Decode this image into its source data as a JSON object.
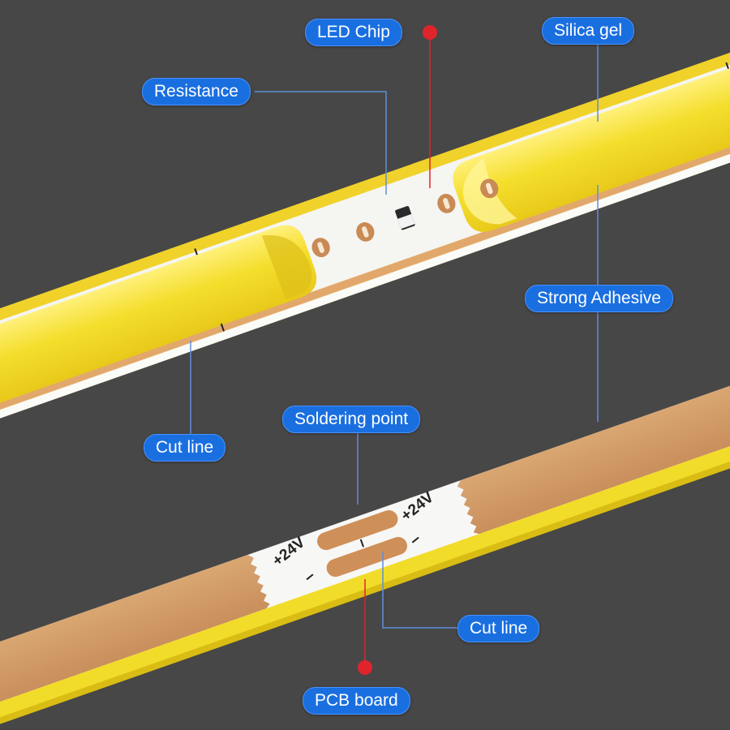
{
  "labels": {
    "led_chip": "LED Chip",
    "silica_gel": "Silica gel",
    "resistance": "Resistance",
    "strong_adhesive": "Strong Adhesive",
    "cut_line_top": "Cut line",
    "soldering_point": "Soldering point",
    "cut_line_bottom": "Cut line",
    "pcb_board": "PCB board"
  },
  "pads": {
    "plus_left": "+24V",
    "plus_right": "+24V",
    "minus_left": "–",
    "minus_right": "–"
  },
  "colors": {
    "background": "#474747",
    "label_fill": "#1a6fe0",
    "silicone_yellow": "#f2dc2a",
    "adhesive_tan": "#d29c66",
    "pcb_white": "#f7f7f5",
    "solder_pad": "#cf8f58",
    "leader_blue": "#5f8fd8",
    "leader_red": "#e0242c"
  }
}
